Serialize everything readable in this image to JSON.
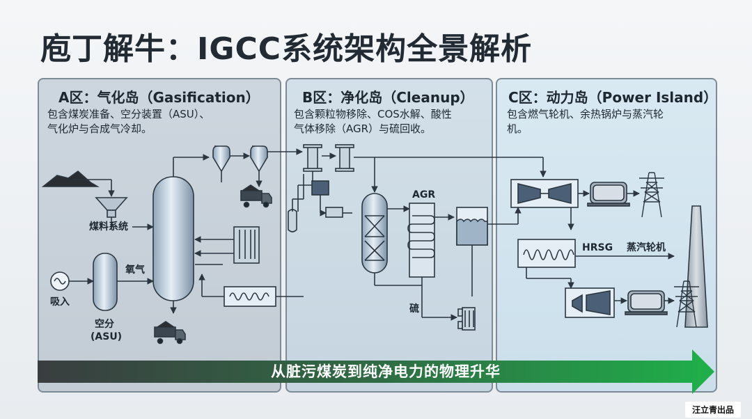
{
  "title": "庖丁解牛：IGCC系统架构全景解析",
  "zones": {
    "a": {
      "title": "A区：气化岛（Gasification）",
      "desc": [
        "包含煤炭准备、空分装置（ASU）、",
        "气化炉与合成气冷却。"
      ]
    },
    "b": {
      "title": "B区：净化岛（Cleanup）",
      "desc": [
        "包含颗粒物移除、COS水解、酸性",
        "气体移除（AGR）与硫回收。"
      ]
    },
    "c": {
      "title": "C区：动力岛（Power Island）",
      "desc": [
        "包含燃气轮机、余热锅炉与蒸汽轮",
        "机。"
      ]
    }
  },
  "labels": {
    "coal_system": "煤料系统",
    "oxygen": "氧气",
    "intake": "吸入",
    "asu_line1": "空分",
    "asu_line2": "(ASU)",
    "agr": "AGR",
    "sulfur": "硫",
    "hrsg": "HRSG",
    "steam_turbine": "蒸汽轮机"
  },
  "banner": "从脏污煤炭到纯净电力的物理升华",
  "credit": "汪立青出品",
  "colors": {
    "banner_start": "#3a3d40",
    "banner_end": "#1fb04a",
    "line": "#2b3640"
  }
}
